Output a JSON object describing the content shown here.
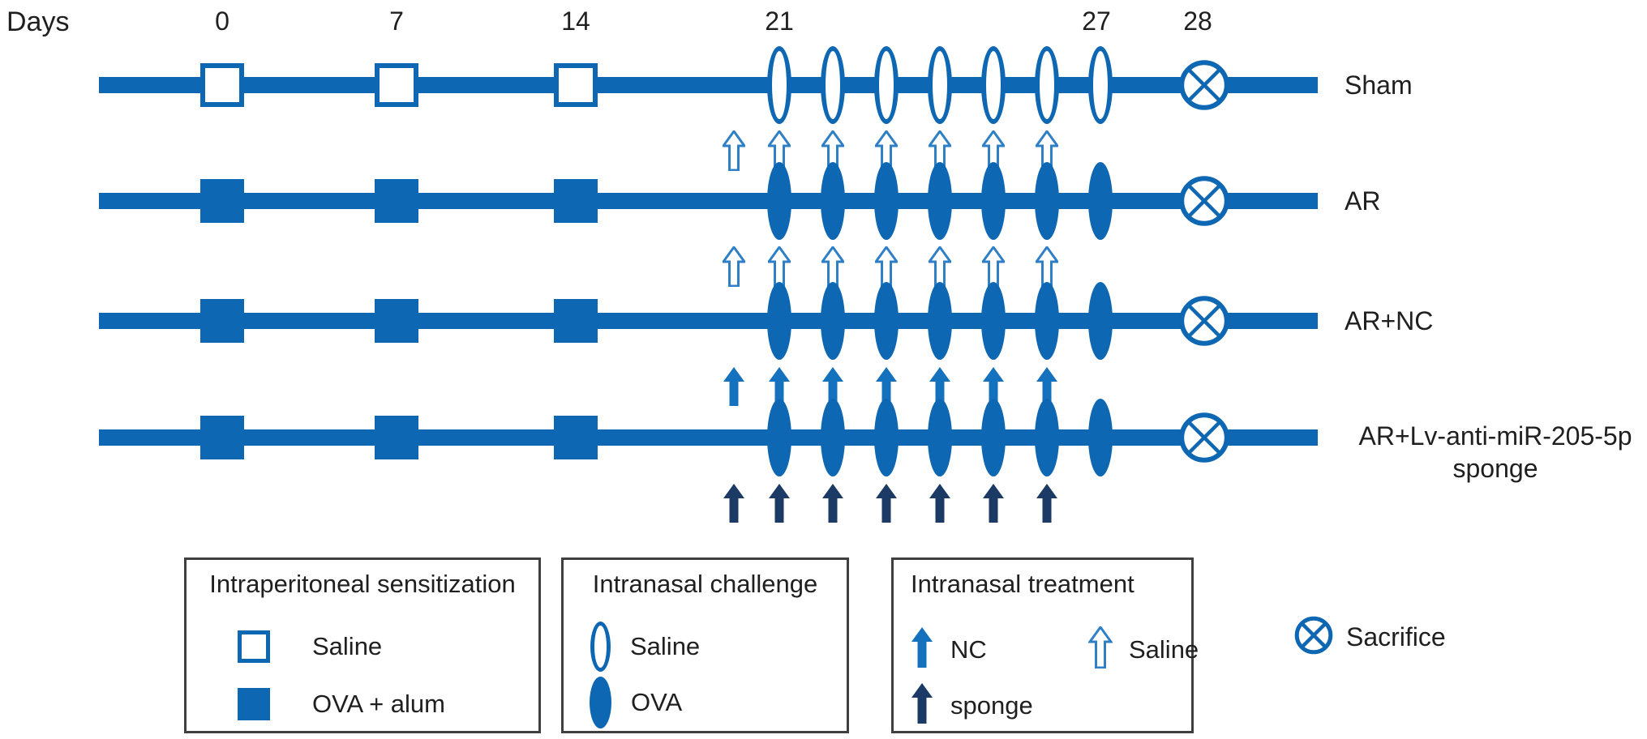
{
  "days_header": "Days",
  "colors": {
    "primary": "#0E67B2",
    "nc_arrow": "#1471BD",
    "sponge_arrow": "#1C3A66",
    "open_arrow_stroke": "#2E7FC6",
    "legend_border": "#3F3F3F",
    "text": "#1F1F1F"
  },
  "timeline": {
    "day_labels": [
      "0",
      "7",
      "14",
      "21",
      "27",
      "28"
    ],
    "n_sensitizations": 3,
    "n_challenges": 7,
    "n_treatment_arrows": 7,
    "rows": [
      {
        "label": "Sham",
        "label2": "",
        "square": "open",
        "ellipse": "open",
        "arrow": "saline"
      },
      {
        "label": "AR",
        "label2": "",
        "square": "filled",
        "ellipse": "filled",
        "arrow": "saline"
      },
      {
        "label": "AR+NC",
        "label2": "",
        "square": "filled",
        "ellipse": "filled",
        "arrow": "nc"
      },
      {
        "label": "AR+Lv-anti-miR-205-5p",
        "label2": "sponge",
        "square": "filled",
        "ellipse": "filled",
        "arrow": "sponge"
      }
    ]
  },
  "legend": {
    "sensitization": {
      "title": "Intraperitoneal sensitization",
      "items": [
        {
          "icon": "square-open",
          "label": "Saline"
        },
        {
          "icon": "square-filled",
          "label": "OVA + alum"
        }
      ]
    },
    "challenge": {
      "title": "Intranasal challenge",
      "items": [
        {
          "icon": "ellipse-open",
          "label": "Saline"
        },
        {
          "icon": "ellipse-filled",
          "label": "OVA"
        }
      ]
    },
    "treatment": {
      "title": "Intranasal treatment",
      "items": [
        {
          "icon": "arrow-nc",
          "label": "NC"
        },
        {
          "icon": "arrow-saline",
          "label": "Saline"
        },
        {
          "icon": "arrow-sponge",
          "label": "sponge"
        }
      ]
    },
    "sacrifice": {
      "icon": "circle-x",
      "label": "Sacrifice"
    }
  }
}
